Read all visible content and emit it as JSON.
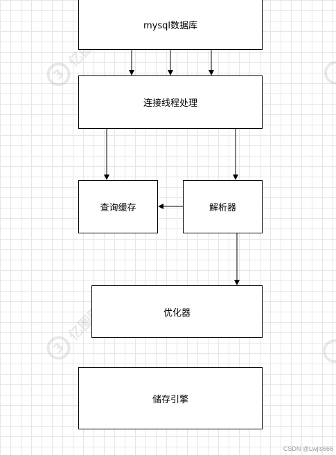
{
  "diagram": {
    "nodes": {
      "mysql": "mysql数据库",
      "connection": "连接线程处理",
      "query_cache": "查询缓存",
      "parser": "解析器",
      "optimizer": "优化器",
      "storage_engine": "储存引擎"
    },
    "edges": [
      {
        "from": "mysql",
        "to": "connection",
        "count": 3
      },
      {
        "from": "connection",
        "to": "query_cache"
      },
      {
        "from": "connection",
        "to": "parser"
      },
      {
        "from": "parser",
        "to": "query_cache"
      },
      {
        "from": "parser",
        "to": "optimizer"
      }
    ]
  },
  "watermark": {
    "brand": "亿图图示",
    "logo_icon": "edraw-logo-icon"
  },
  "footer": {
    "credit": "CSDN @Lwjls666"
  }
}
